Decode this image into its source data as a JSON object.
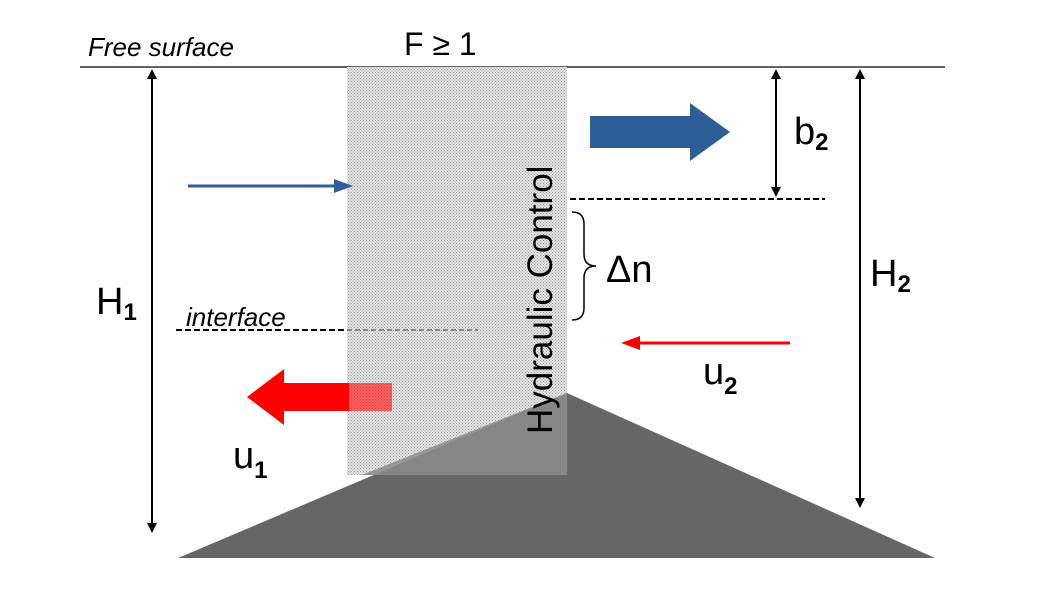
{
  "labels": {
    "free_surface": "Free surface",
    "froude": "F ≥ 1",
    "hydraulic_control": "Hydraulic Control",
    "interface": "interface",
    "delta_n": "Δn",
    "H1_main": "H",
    "H1_sub": "1",
    "H2_main": "H",
    "H2_sub": "2",
    "b2_main": "b",
    "b2_sub": "2",
    "u1_main": "u",
    "u1_sub": "1",
    "u2_main": "u",
    "u2_sub": "2"
  },
  "colors": {
    "upper_flow": "#2e5e98",
    "lower_flow": "#ff0000",
    "sill": "#666666",
    "control_zone": "#c8c8c8",
    "line": "#000000"
  }
}
